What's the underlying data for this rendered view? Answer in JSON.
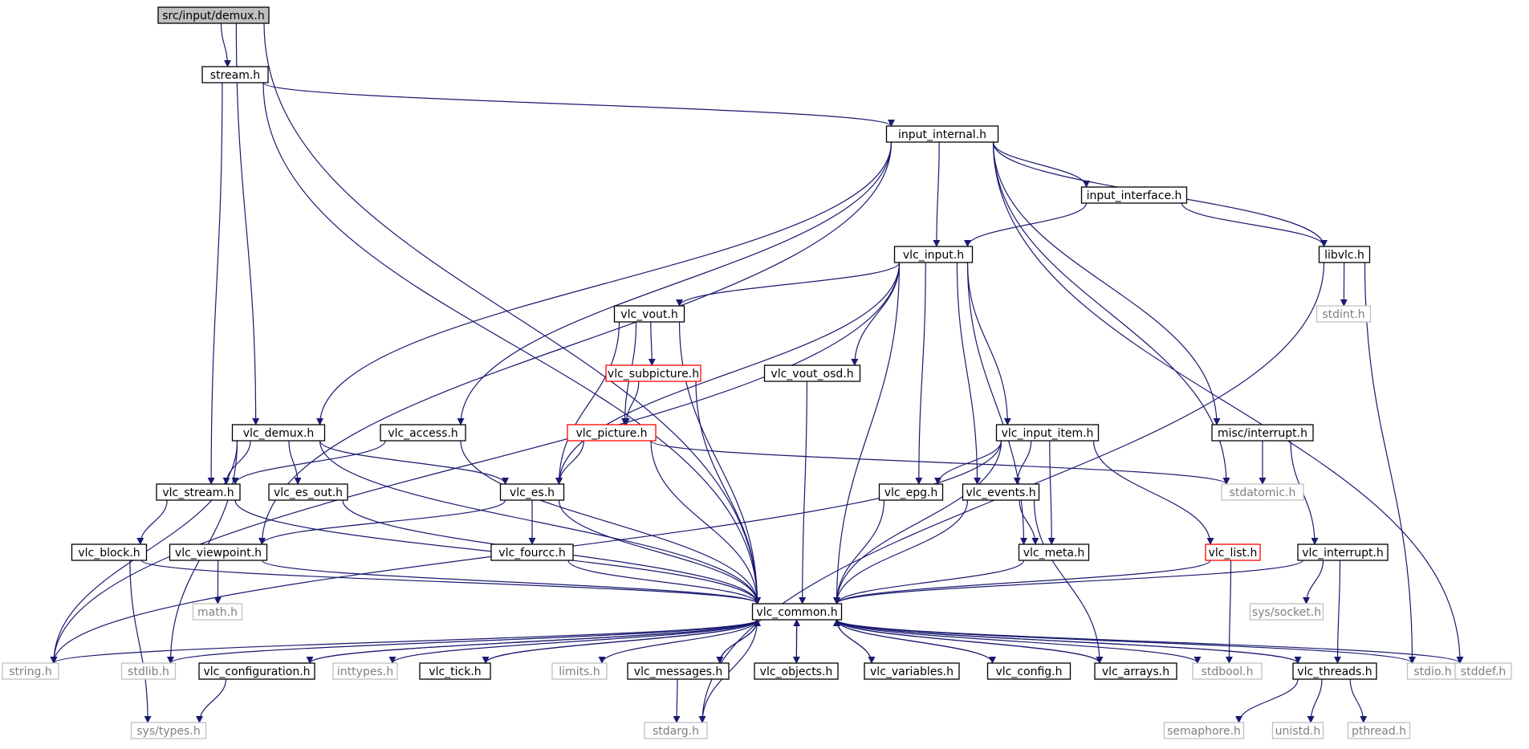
{
  "colors": {
    "edge": "#191970",
    "text": "#000000",
    "text_muted": "#7f7f7f",
    "border_normal": "#000000",
    "border_system": "#bfbfbf",
    "border_truncated": "#ff0000",
    "fill_root": "#bfbfbf",
    "fill": "#ffffff"
  },
  "nodes": [
    {
      "id": "demux_root",
      "label": "src/input/demux.h",
      "kind": "root"
    },
    {
      "id": "stream_h",
      "label": "stream.h",
      "kind": "normal"
    },
    {
      "id": "input_internal",
      "label": "input_internal.h",
      "kind": "normal"
    },
    {
      "id": "input_interface",
      "label": "input_interface.h",
      "kind": "normal"
    },
    {
      "id": "vlc_input",
      "label": "vlc_input.h",
      "kind": "normal"
    },
    {
      "id": "libvlc",
      "label": "libvlc.h",
      "kind": "normal"
    },
    {
      "id": "stdint",
      "label": "stdint.h",
      "kind": "system"
    },
    {
      "id": "vlc_vout",
      "label": "vlc_vout.h",
      "kind": "normal"
    },
    {
      "id": "vlc_subpicture",
      "label": "vlc_subpicture.h",
      "kind": "truncated"
    },
    {
      "id": "vlc_vout_osd",
      "label": "vlc_vout_osd.h",
      "kind": "normal"
    },
    {
      "id": "vlc_picture",
      "label": "vlc_picture.h",
      "kind": "truncated"
    },
    {
      "id": "vlc_demux",
      "label": "vlc_demux.h",
      "kind": "normal"
    },
    {
      "id": "vlc_access",
      "label": "vlc_access.h",
      "kind": "normal"
    },
    {
      "id": "vlc_input_item",
      "label": "vlc_input_item.h",
      "kind": "normal"
    },
    {
      "id": "misc_interrupt",
      "label": "misc/interrupt.h",
      "kind": "normal"
    },
    {
      "id": "vlc_stream",
      "label": "vlc_stream.h",
      "kind": "normal"
    },
    {
      "id": "vlc_es_out",
      "label": "vlc_es_out.h",
      "kind": "normal"
    },
    {
      "id": "vlc_es",
      "label": "vlc_es.h",
      "kind": "normal"
    },
    {
      "id": "vlc_epg",
      "label": "vlc_epg.h",
      "kind": "normal"
    },
    {
      "id": "vlc_events",
      "label": "vlc_events.h",
      "kind": "normal"
    },
    {
      "id": "stdatomic",
      "label": "stdatomic.h",
      "kind": "system"
    },
    {
      "id": "vlc_block",
      "label": "vlc_block.h",
      "kind": "normal"
    },
    {
      "id": "vlc_viewpoint",
      "label": "vlc_viewpoint.h",
      "kind": "normal"
    },
    {
      "id": "vlc_fourcc",
      "label": "vlc_fourcc.h",
      "kind": "normal"
    },
    {
      "id": "vlc_meta",
      "label": "vlc_meta.h",
      "kind": "normal"
    },
    {
      "id": "vlc_list",
      "label": "vlc_list.h",
      "kind": "truncated"
    },
    {
      "id": "vlc_interrupt",
      "label": "vlc_interrupt.h",
      "kind": "normal"
    },
    {
      "id": "math_h",
      "label": "math.h",
      "kind": "system"
    },
    {
      "id": "vlc_common",
      "label": "vlc_common.h",
      "kind": "normal"
    },
    {
      "id": "sys_socket",
      "label": "sys/socket.h",
      "kind": "system"
    },
    {
      "id": "string_h",
      "label": "string.h",
      "kind": "system"
    },
    {
      "id": "stdlib_h",
      "label": "stdlib.h",
      "kind": "system"
    },
    {
      "id": "vlc_configuration",
      "label": "vlc_configuration.h",
      "kind": "normal"
    },
    {
      "id": "inttypes_h",
      "label": "inttypes.h",
      "kind": "system"
    },
    {
      "id": "vlc_tick",
      "label": "vlc_tick.h",
      "kind": "normal"
    },
    {
      "id": "limits_h",
      "label": "limits.h",
      "kind": "system"
    },
    {
      "id": "vlc_messages",
      "label": "vlc_messages.h",
      "kind": "normal"
    },
    {
      "id": "vlc_objects",
      "label": "vlc_objects.h",
      "kind": "normal"
    },
    {
      "id": "vlc_variables",
      "label": "vlc_variables.h",
      "kind": "normal"
    },
    {
      "id": "vlc_config",
      "label": "vlc_config.h",
      "kind": "normal"
    },
    {
      "id": "vlc_arrays",
      "label": "vlc_arrays.h",
      "kind": "normal"
    },
    {
      "id": "stdbool_h",
      "label": "stdbool.h",
      "kind": "system"
    },
    {
      "id": "vlc_threads",
      "label": "vlc_threads.h",
      "kind": "normal"
    },
    {
      "id": "stdio_h",
      "label": "stdio.h",
      "kind": "system"
    },
    {
      "id": "stddef_h",
      "label": "stddef.h",
      "kind": "system"
    },
    {
      "id": "sys_types",
      "label": "sys/types.h",
      "kind": "system"
    },
    {
      "id": "stdarg_h",
      "label": "stdarg.h",
      "kind": "system"
    },
    {
      "id": "semaphore_h",
      "label": "semaphore.h",
      "kind": "system"
    },
    {
      "id": "unistd_h",
      "label": "unistd.h",
      "kind": "system"
    },
    {
      "id": "pthread_h",
      "label": "pthread.h",
      "kind": "system"
    }
  ],
  "edges": [
    [
      "demux_root",
      "stream_h"
    ],
    [
      "demux_root",
      "vlc_demux"
    ],
    [
      "demux_root",
      "vlc_common"
    ],
    [
      "stream_h",
      "input_internal"
    ],
    [
      "stream_h",
      "vlc_stream"
    ],
    [
      "stream_h",
      "vlc_common"
    ],
    [
      "input_internal",
      "input_interface"
    ],
    [
      "input_internal",
      "vlc_input"
    ],
    [
      "input_internal",
      "libvlc"
    ],
    [
      "input_internal",
      "vlc_demux"
    ],
    [
      "input_internal",
      "vlc_access"
    ],
    [
      "input_internal",
      "vlc_viewpoint"
    ],
    [
      "input_internal",
      "misc_interrupt"
    ],
    [
      "input_internal",
      "stdatomic"
    ],
    [
      "input_internal",
      "stddef_h"
    ],
    [
      "input_interface",
      "vlc_input"
    ],
    [
      "input_interface",
      "libvlc"
    ],
    [
      "libvlc",
      "stdint"
    ],
    [
      "libvlc",
      "stdio_h"
    ],
    [
      "libvlc",
      "stdarg_h"
    ],
    [
      "vlc_input",
      "vlc_vout"
    ],
    [
      "vlc_input",
      "vlc_vout_osd"
    ],
    [
      "vlc_input",
      "vlc_es"
    ],
    [
      "vlc_input",
      "vlc_epg"
    ],
    [
      "vlc_input",
      "vlc_events"
    ],
    [
      "vlc_input",
      "vlc_input_item"
    ],
    [
      "vlc_input",
      "vlc_meta"
    ],
    [
      "vlc_input",
      "string_h"
    ],
    [
      "vlc_input",
      "vlc_common"
    ],
    [
      "vlc_vout",
      "vlc_subpicture"
    ],
    [
      "vlc_vout",
      "vlc_picture"
    ],
    [
      "vlc_vout",
      "vlc_es"
    ],
    [
      "vlc_vout",
      "vlc_common"
    ],
    [
      "vlc_subpicture",
      "vlc_picture"
    ],
    [
      "vlc_subpicture",
      "vlc_common"
    ],
    [
      "vlc_picture",
      "vlc_es"
    ],
    [
      "vlc_picture",
      "stdatomic"
    ],
    [
      "vlc_picture",
      "vlc_common"
    ],
    [
      "vlc_vout_osd",
      "vlc_common"
    ],
    [
      "vlc_demux",
      "vlc_stream"
    ],
    [
      "vlc_demux",
      "vlc_es_out"
    ],
    [
      "vlc_demux",
      "vlc_es"
    ],
    [
      "vlc_demux",
      "vlc_common"
    ],
    [
      "vlc_demux",
      "string_h"
    ],
    [
      "vlc_demux",
      "stdlib_h"
    ],
    [
      "vlc_access",
      "vlc_stream"
    ],
    [
      "vlc_access",
      "vlc_common"
    ],
    [
      "vlc_stream",
      "vlc_block"
    ],
    [
      "vlc_stream",
      "vlc_common"
    ],
    [
      "vlc_es_out",
      "vlc_common"
    ],
    [
      "vlc_es",
      "vlc_fourcc"
    ],
    [
      "vlc_es",
      "vlc_viewpoint"
    ],
    [
      "vlc_es",
      "vlc_common"
    ],
    [
      "vlc_input_item",
      "vlc_epg"
    ],
    [
      "vlc_input_item",
      "vlc_events"
    ],
    [
      "vlc_input_item",
      "vlc_meta"
    ],
    [
      "vlc_input_item",
      "vlc_list"
    ],
    [
      "vlc_input_item",
      "string_h"
    ],
    [
      "vlc_input_item",
      "vlc_common"
    ],
    [
      "vlc_epg",
      "vlc_common"
    ],
    [
      "vlc_events",
      "vlc_meta"
    ],
    [
      "vlc_events",
      "vlc_arrays"
    ],
    [
      "vlc_events",
      "vlc_common"
    ],
    [
      "misc_interrupt",
      "stdatomic"
    ],
    [
      "misc_interrupt",
      "vlc_interrupt"
    ],
    [
      "vlc_block",
      "sys_types"
    ],
    [
      "vlc_block",
      "vlc_common"
    ],
    [
      "vlc_viewpoint",
      "math_h"
    ],
    [
      "vlc_viewpoint",
      "vlc_common"
    ],
    [
      "vlc_fourcc",
      "vlc_common"
    ],
    [
      "vlc_meta",
      "vlc_common"
    ],
    [
      "vlc_list",
      "vlc_common"
    ],
    [
      "vlc_list",
      "stdbool_h"
    ],
    [
      "vlc_interrupt",
      "sys_socket"
    ],
    [
      "vlc_interrupt",
      "vlc_threads"
    ],
    [
      "vlc_interrupt",
      "vlc_common"
    ],
    [
      "vlc_common",
      "string_h"
    ],
    [
      "vlc_common",
      "stdlib_h"
    ],
    [
      "vlc_common",
      "vlc_configuration"
    ],
    [
      "vlc_common",
      "inttypes_h"
    ],
    [
      "vlc_common",
      "vlc_tick"
    ],
    [
      "vlc_common",
      "limits_h"
    ],
    [
      "vlc_common",
      "vlc_messages"
    ],
    [
      "vlc_common",
      "vlc_objects"
    ],
    [
      "vlc_common",
      "vlc_variables"
    ],
    [
      "vlc_common",
      "vlc_config"
    ],
    [
      "vlc_common",
      "vlc_arrays"
    ],
    [
      "vlc_common",
      "stdbool_h"
    ],
    [
      "vlc_common",
      "vlc_threads"
    ],
    [
      "vlc_common",
      "stdio_h"
    ],
    [
      "vlc_common",
      "stddef_h"
    ],
    [
      "vlc_common",
      "stdarg_h"
    ],
    [
      "vlc_configuration",
      "vlc_common"
    ],
    [
      "vlc_configuration",
      "sys_types"
    ],
    [
      "vlc_tick",
      "vlc_common"
    ],
    [
      "vlc_messages",
      "vlc_common"
    ],
    [
      "vlc_messages",
      "stdarg_h"
    ],
    [
      "vlc_objects",
      "vlc_common"
    ],
    [
      "vlc_variables",
      "vlc_common"
    ],
    [
      "vlc_config",
      "vlc_common"
    ],
    [
      "vlc_arrays",
      "vlc_common"
    ],
    [
      "vlc_threads",
      "vlc_common"
    ],
    [
      "vlc_threads",
      "semaphore_h"
    ],
    [
      "vlc_threads",
      "unistd_h"
    ],
    [
      "vlc_threads",
      "pthread_h"
    ]
  ]
}
